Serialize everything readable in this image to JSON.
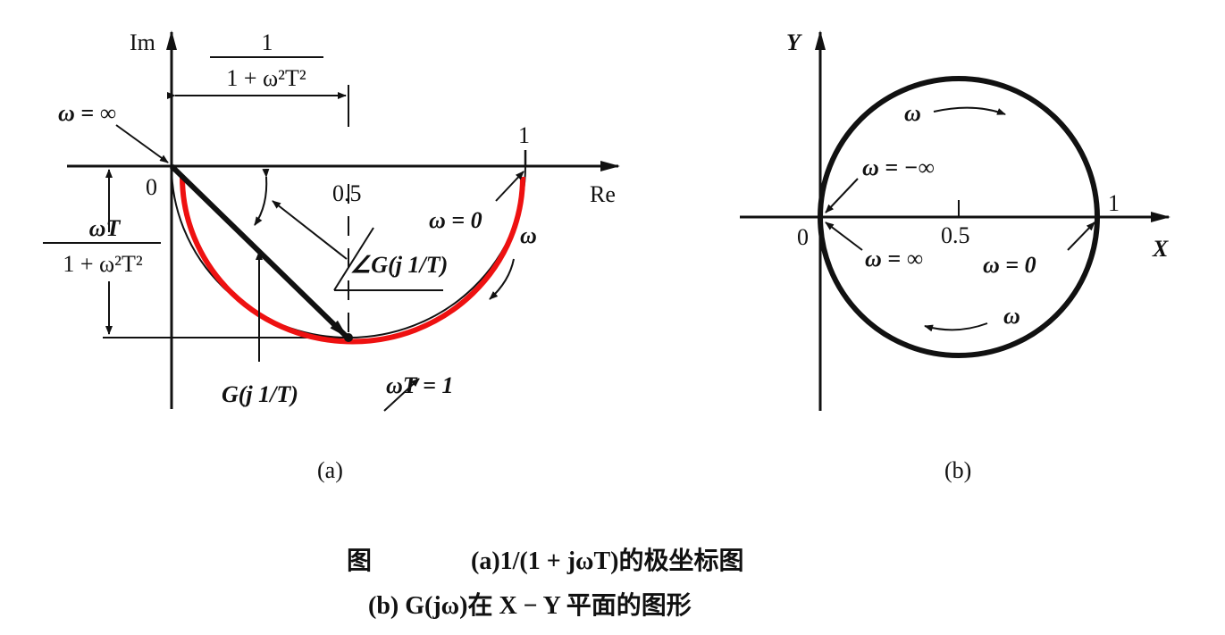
{
  "panel_a": {
    "axis_im": "Im",
    "axis_re": "Re",
    "origin": "0",
    "tick_half": "0.5",
    "tick_one": "1",
    "re_dim_num": "1",
    "re_dim_den": "1 + ω²T²",
    "im_dim_num": "ωT",
    "im_dim_den": "1 + ω²T²",
    "omega_inf": "ω = ∞",
    "omega_zero": "ω = 0",
    "omega_dir": "ω",
    "omega_T1": "ωT = 1",
    "angle_label": "∠G(j 1/T)",
    "magnitude_label": "G(j 1/T)",
    "sublabel": "(a)",
    "curve_color": "#ee1111"
  },
  "panel_b": {
    "axis_y": "Y",
    "axis_x": "X",
    "origin": "0",
    "tick_half": "0.5",
    "tick_one": "1",
    "omega_top": "ω",
    "omega_bottom": "ω",
    "omega_neg_inf": "ω = −∞",
    "omega_inf": "ω = ∞",
    "omega_zero": "ω = 0",
    "sublabel": "(b)"
  },
  "caption": {
    "prefix": "图",
    "line1": "(a)1/(1 + jωT)的极坐标图",
    "line2": "(b) G(jω)在 X − Y 平面的图形"
  }
}
